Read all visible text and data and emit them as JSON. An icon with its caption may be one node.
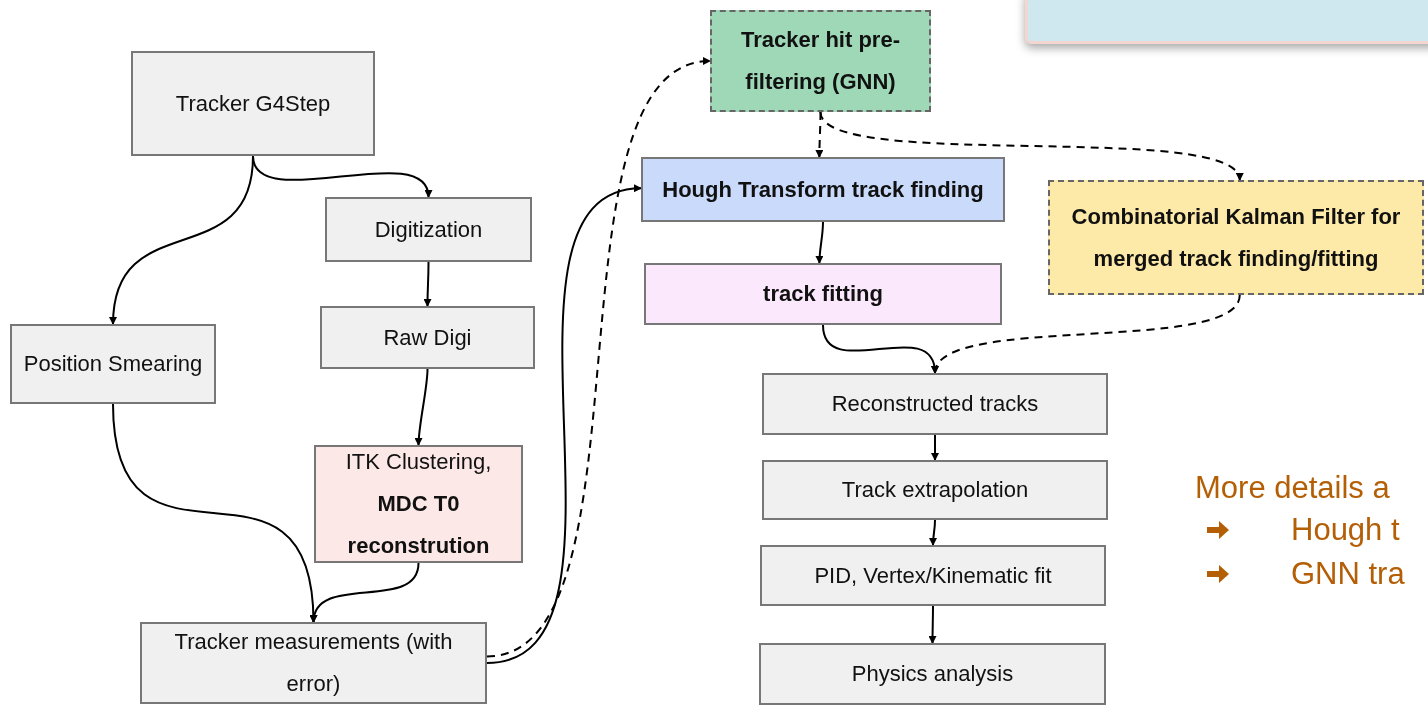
{
  "diagram": {
    "nodes": [
      {
        "text": [
          "Tracker G4Step"
        ]
      },
      {
        "text": [
          "Digitization"
        ]
      },
      {
        "text": [
          "Position Smearing"
        ]
      },
      {
        "text": [
          "Raw Digi"
        ]
      },
      {
        "text": [
          "ITK Clustering, **MDC T0 reconstrution**"
        ]
      },
      {
        "text": [
          "Tracker measurements (with error)"
        ]
      },
      {
        "text": [
          "Tracker hit pre-filtering (GNN)"
        ]
      },
      {
        "text": [
          "Hough Transform track finding"
        ]
      },
      {
        "text": [
          "track fitting"
        ]
      },
      {
        "text": [
          "Combinatorial Kalman Filter for merged track finding/fitting"
        ]
      },
      {
        "text": [
          "Reconstructed tracks"
        ]
      },
      {
        "text": [
          "Track extrapolation"
        ]
      },
      {
        "text": [
          "PID, Vertex/Kinematic fit"
        ]
      },
      {
        "text": [
          "Physics analysis"
        ]
      }
    ],
    "edges": [
      {
        "from": 0,
        "to": 1,
        "arrow": "to"
      },
      {
        "from": 0,
        "to": 2,
        "arrow": "to"
      },
      {
        "from": 1,
        "to": 3,
        "arrow": "to"
      },
      {
        "from": 3,
        "to": 4,
        "arrow": "to"
      },
      {
        "from": 2,
        "to": 5,
        "arrow": "to"
      },
      {
        "from": 4,
        "to": 5,
        "arrow": "to"
      },
      {
        "from": 5,
        "to": 7,
        "arrow": "to"
      },
      {
        "from": 5,
        "to": 6,
        "arrow": "to",
        "style": "dashed"
      },
      {
        "from": 6,
        "to": 7,
        "arrow": "to",
        "style": "dashed"
      },
      {
        "from": 6,
        "to": 9,
        "arrow": "to",
        "style": "dashed"
      },
      {
        "from": 7,
        "to": 8,
        "arrow": "to"
      },
      {
        "from": 8,
        "to": 10,
        "arrow": "to"
      },
      {
        "from": 9,
        "to": 10,
        "arrow": "to",
        "style": "dashed"
      },
      {
        "from": 10,
        "to": 11,
        "arrow": "to"
      },
      {
        "from": 11,
        "to": 12,
        "arrow": "to"
      },
      {
        "from": 12,
        "to": 13,
        "arrow": "to"
      }
    ],
    "labels": [
      "More details a",
      "Hough t",
      "GNN tra"
    ]
  }
}
